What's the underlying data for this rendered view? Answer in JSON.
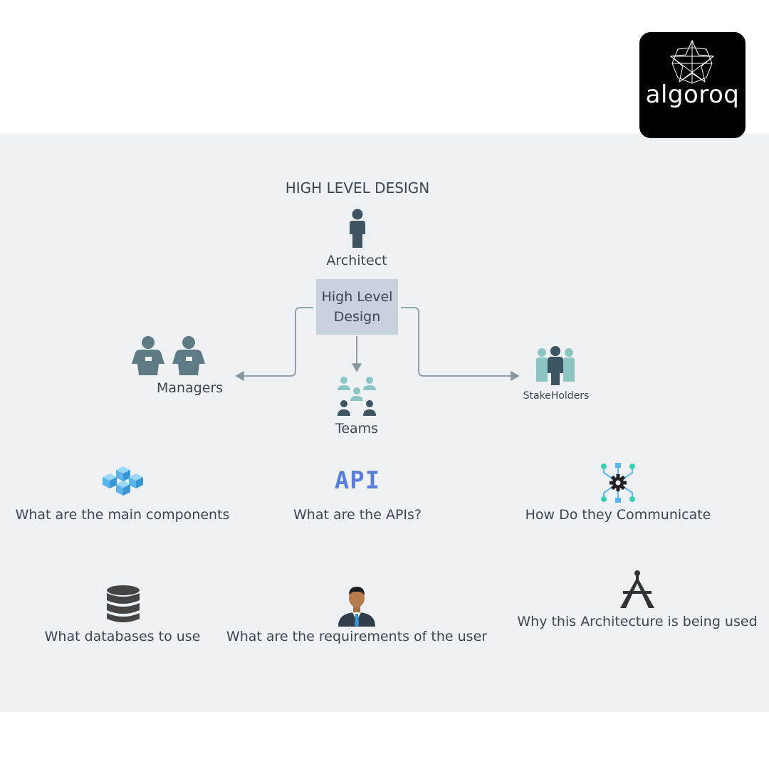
{
  "logo": {
    "text": "algoroq"
  },
  "diagram": {
    "title": "HIGH LEVEL DESIGN",
    "architect": "Architect",
    "center_box": {
      "line1": "High Level",
      "line2": "Design"
    },
    "managers": "Managers",
    "teams": "Teams",
    "stakeholders": "StakeHolders"
  },
  "topics": [
    {
      "icon": "components-cubes-icon",
      "label": "What are the main components"
    },
    {
      "icon": "api-icon",
      "label": "What are the APIs?",
      "icon_text": "API"
    },
    {
      "icon": "network-gear-icon",
      "label": "How Do they Communicate"
    },
    {
      "icon": "database-icon",
      "label": "What databases to use"
    },
    {
      "icon": "user-businessman-icon",
      "label": "What are the requirements of the user"
    },
    {
      "icon": "compass-drafting-icon",
      "label": "Why this Architecture is being used"
    }
  ],
  "colors": {
    "panel_bg": "#eff2f5",
    "box_bg": "#c8d2dc",
    "text": "#3b4650",
    "person_dark": "#3c5560",
    "person_mid": "#5e7a84",
    "teal": "#8cc5c2",
    "api_blue": "#5b7fd6",
    "cube_blue": "#5ab5ec",
    "connector": "#8a96a0"
  }
}
